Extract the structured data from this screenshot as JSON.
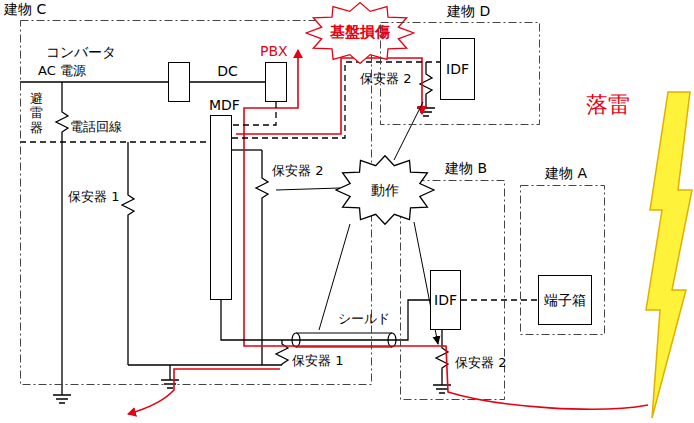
{
  "diagram": {
    "nodes": [
      {
        "text": [
          "建物 C"
        ]
      },
      {
        "text": [
          "コンバータ"
        ],
        "in": 0
      },
      {
        "text": [
          "PBX"
        ],
        "in": 0
      },
      {
        "text": [
          "基盤損傷"
        ]
      },
      {
        "text": [
          "MDF"
        ],
        "in": 0
      },
      {
        "text": [
          "建物 D"
        ]
      },
      {
        "text": [
          "IDF"
        ],
        "in": 5
      },
      {
        "text": [
          "建物 B"
        ]
      },
      {
        "text": [
          "IDF"
        ],
        "in": 7
      },
      {
        "text": [
          "建物 A"
        ]
      },
      {
        "text": [
          "端子箱"
        ],
        "in": 9
      },
      {
        "text": [
          "動作"
        ]
      }
    ],
    "edges": [
      {
        "from": 1,
        "to": 2,
        "arrow": "none",
        "label": "DC"
      },
      {
        "from": 2,
        "to": 4,
        "arrow": "none"
      },
      {
        "from": 4,
        "to": 6,
        "arrow": "none"
      },
      {
        "from": 4,
        "to": 8,
        "arrow": "none"
      },
      {
        "from": 8,
        "to": 10,
        "arrow": "none"
      }
    ],
    "labels": [
      "AC 電源",
      "避雷器",
      "電話回線",
      "保安器 1",
      "保安器 2",
      "シールド",
      "保安器 1",
      "保安器 2",
      "保安器 2",
      "落雷"
    ]
  }
}
